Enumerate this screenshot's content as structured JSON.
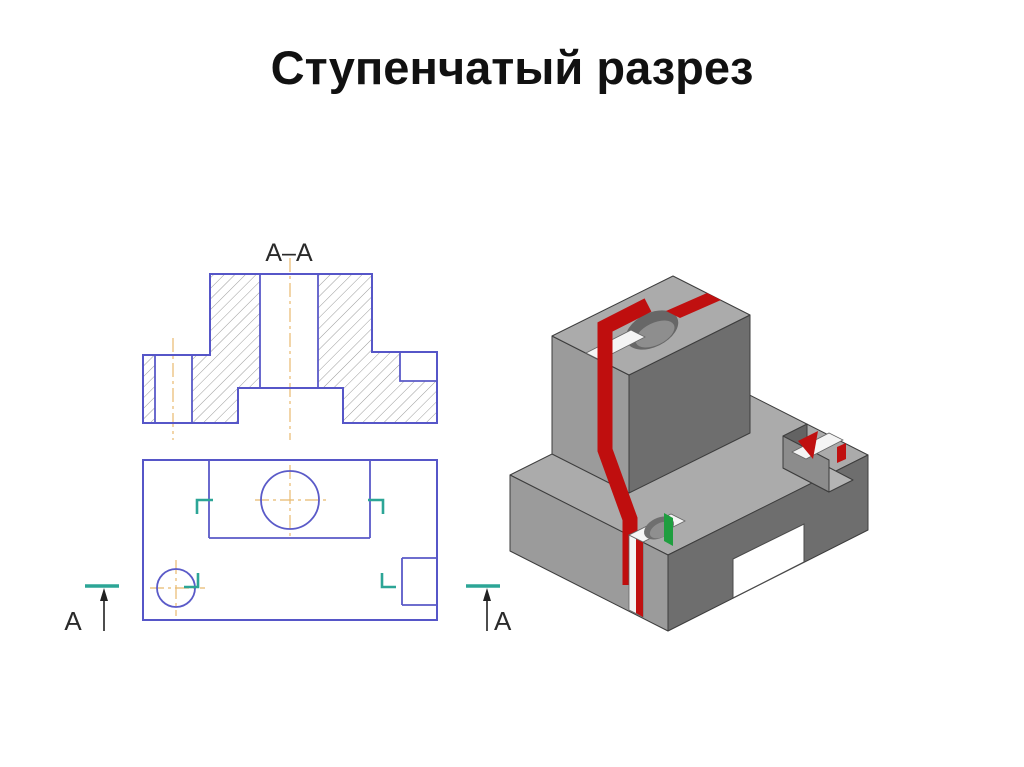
{
  "page": {
    "title": "Ступенчатый разрез"
  },
  "drawing": {
    "section_label": "A–A",
    "cut_letter_left": "A",
    "cut_letter_right": "A"
  },
  "colors": {
    "outline_blue": "#5656c8",
    "centerline_orange": "#e8b96e",
    "hatch_gray": "#909090",
    "cutting_plane_teal": "#2ca596",
    "cut_face_red": "#c01010",
    "cut_face_green": "#1f9e3f",
    "model_gray_top": "#ababab",
    "model_gray_side": "#9b9b9b",
    "model_gray_front": "#6e6e6e"
  },
  "views": [
    {
      "name": "section-view",
      "description": "Section A–A of part, stepped cut, hatched cut material"
    },
    {
      "name": "plan-view",
      "description": "Top view with stepped cutting plane A–A, step bends marked in green"
    },
    {
      "name": "model-3d",
      "description": "Isometric model sawed along stepped plane; cut faces red, hole section green"
    }
  ]
}
